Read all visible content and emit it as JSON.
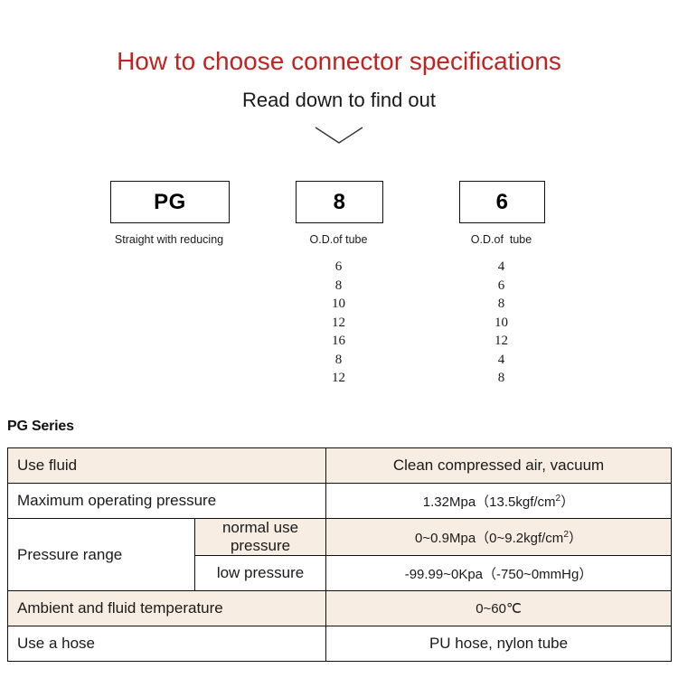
{
  "header": {
    "title": "How to choose connector specifications",
    "subtitle": "Read down to find out",
    "chevron_icon": "chevron-down-icon"
  },
  "selector": {
    "boxes": [
      {
        "code": "PG",
        "caption": "Straight with reducing"
      },
      {
        "code": "8",
        "caption": "O.D.of tube"
      },
      {
        "code": "6",
        "caption": "O.D.of  tube"
      }
    ],
    "option_columns": [
      {
        "values": [
          "6",
          "8",
          "10",
          "12",
          "16",
          "8",
          "12"
        ]
      },
      {
        "values": [
          "4",
          "6",
          "8",
          "10",
          "12",
          "4",
          "8"
        ]
      }
    ]
  },
  "series": {
    "heading": "PG Series",
    "rows": [
      {
        "label": "Use fluid",
        "value": "Clean compressed air, vacuum"
      },
      {
        "label": "Maximum operating pressure",
        "value_main": "1.32Mpa",
        "value_paren": "（13.5kgf/cm",
        "value_sup": "2",
        "value_tail": "）"
      },
      {
        "label": "Pressure range",
        "sub_rows": [
          {
            "sub_label": "normal use pressure",
            "value_main": "0~0.9Mpa",
            "value_paren": "（0~9.2kgf/cm",
            "value_sup": "2",
            "value_tail": "）"
          },
          {
            "sub_label": "low pressure",
            "value_main": "-99.99~0Kpa",
            "value_paren": "（-750~0mmHg）",
            "value_sup": "",
            "value_tail": ""
          }
        ]
      },
      {
        "label": "Ambient and fluid temperature",
        "value": "0~60℃"
      },
      {
        "label": "Use a hose",
        "value": "PU hose, nylon tube"
      }
    ]
  },
  "colors": {
    "title_red": "#c32222",
    "table_cream": "#f7ede3",
    "table_border": "#111111"
  }
}
